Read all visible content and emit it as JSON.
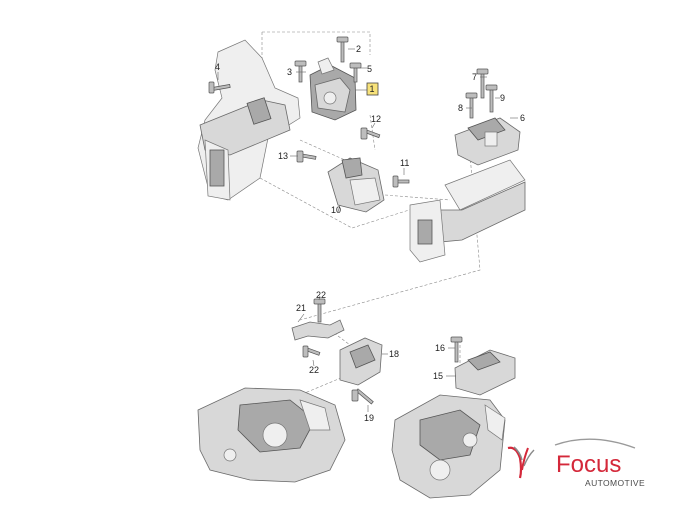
{
  "diagram": {
    "callouts": [
      "1",
      "2",
      "3",
      "4",
      "5",
      "6",
      "7",
      "8",
      "9",
      "10",
      "11",
      "12",
      "13",
      "15",
      "16",
      "18",
      "19",
      "21",
      "22",
      "22"
    ],
    "highlighted_callout": "1"
  },
  "logo": {
    "name": "Focus",
    "subtitle": "AUTOMOTIVE",
    "brand_color": "#d4283a",
    "mark_color": "#d4283a"
  }
}
